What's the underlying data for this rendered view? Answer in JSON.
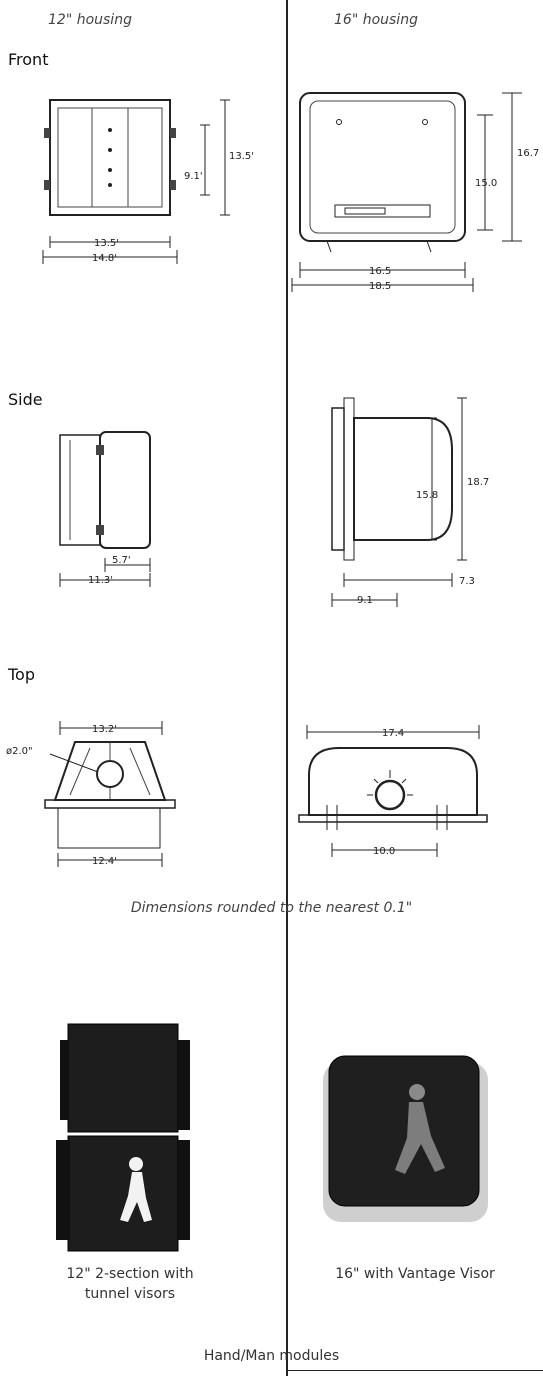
{
  "headers": {
    "left": "12\" housing",
    "right": "16\" housing"
  },
  "sections": {
    "front": "Front",
    "side": "Side",
    "top": "Top"
  },
  "dims": {
    "front12": {
      "height_outer": "13.5'",
      "height_inner": "9.1'",
      "width_inner": "13.5'",
      "width_outer": "14.8'"
    },
    "front16": {
      "height_outer": "16.7",
      "height_inner": "15.0",
      "width_inner": "16.5",
      "width_outer": "18.5"
    },
    "side12": {
      "depth_inner": "5.7'",
      "depth_outer": "11.3'"
    },
    "side16": {
      "height_outer": "18.7",
      "height_inner": "15.8",
      "depth_inner": "7.3",
      "depth_outer": "9.1"
    },
    "top12": {
      "width_top": "13.2'",
      "diameter": "ø2.0\"",
      "width_bottom": "12.4'"
    },
    "top16": {
      "width_top": "17.4",
      "width_bottom": "10.0"
    }
  },
  "note": "Dimensions rounded to the nearest 0.1\"",
  "captions": {
    "left_line1": "12\" 2-section with",
    "left_line2": "tunnel visors",
    "right": "16\" with Vantage Visor"
  },
  "footer": "Hand/Man modules"
}
